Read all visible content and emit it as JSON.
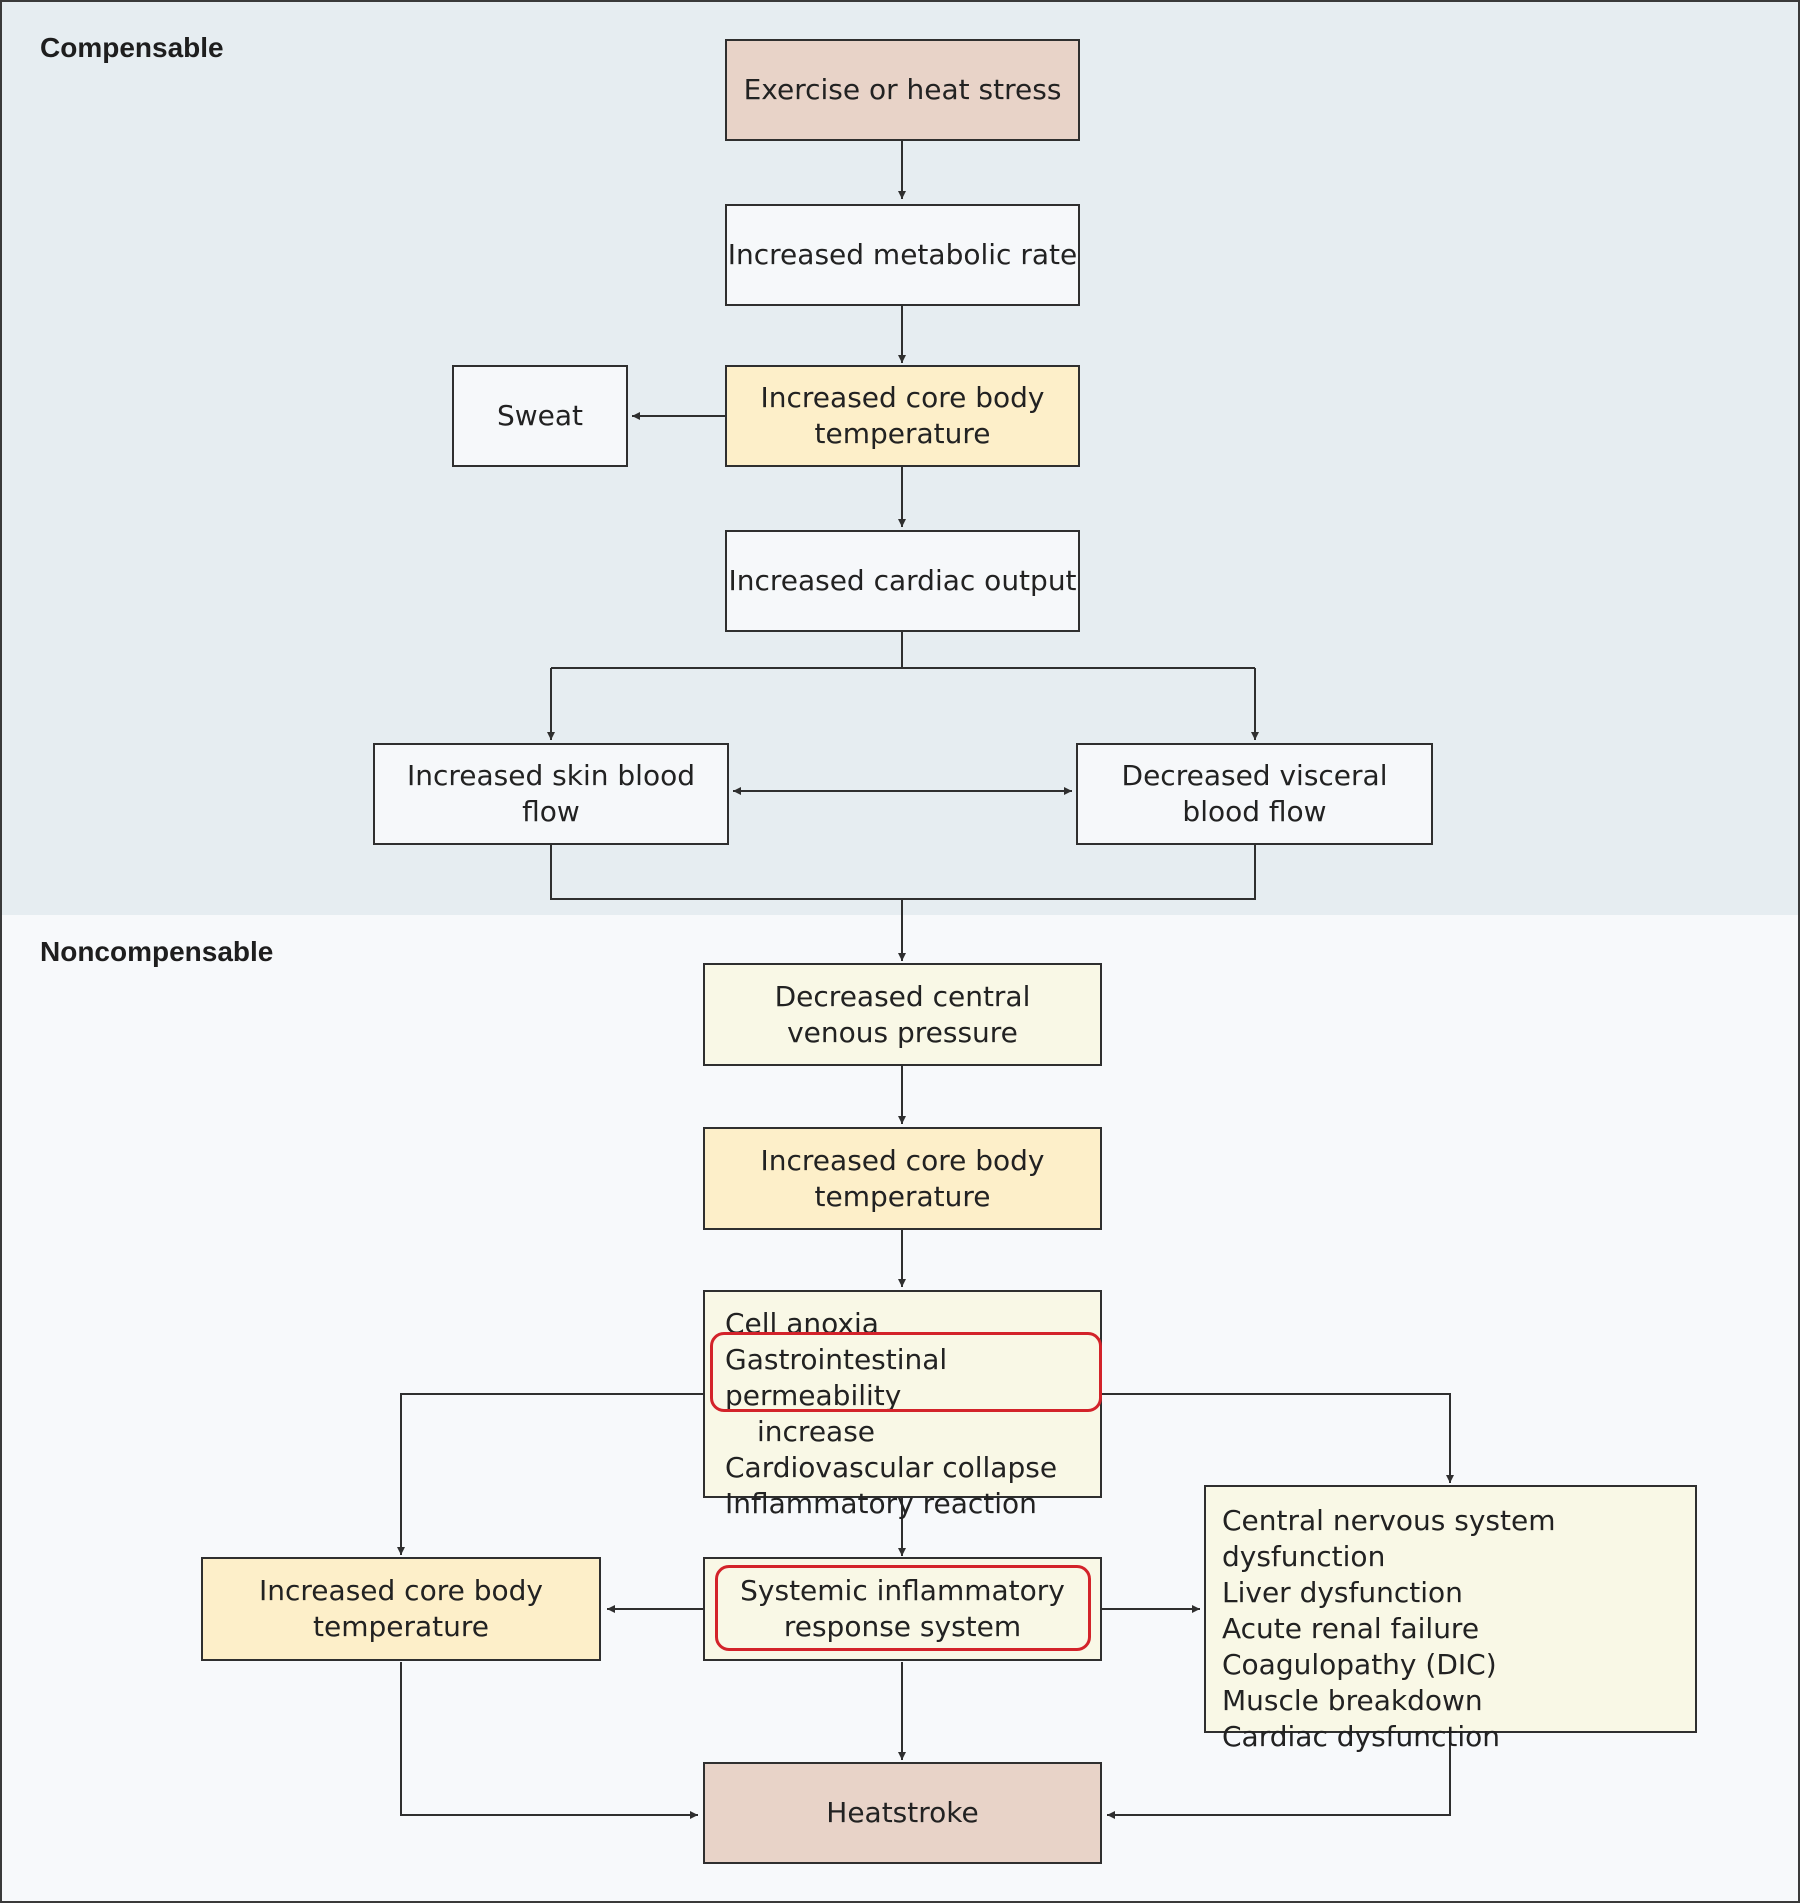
{
  "sections": {
    "compensable": "Compensable",
    "noncompensable": "Noncompensable"
  },
  "nodes": {
    "exercise": "Exercise or heat stress",
    "metabolic": "Increased metabolic rate",
    "core_temp_1": "Increased core body\ntemperature",
    "sweat": "Sweat",
    "cardiac_output": "Increased cardiac output",
    "skin_flow": "Increased skin blood flow",
    "visceral_flow": "Decreased visceral\nblood flow",
    "cvp": "Decreased central\nvenous pressure",
    "core_temp_2": "Increased core body\ntemperature",
    "cell_effects": [
      "Cell anoxia",
      "Gastrointestinal permeability",
      "increase",
      "Cardiovascular collapse",
      "Inflammatory reaction"
    ],
    "core_temp_3": "Increased core body\ntemperature",
    "sirs": "Systemic inflammatory\nresponse system",
    "organ_dysfunction": [
      "Central nervous system dysfunction",
      "Liver dysfunction",
      "Acute renal failure",
      "Coagulopathy (DIC)",
      "Muscle breakdown",
      "Cardiac dysfunction"
    ],
    "heatstroke": "Heatstroke"
  },
  "colors": {
    "compensable_band": "#e6edf1",
    "noncompensable_band": "#f7f9fb",
    "pink_box": "#e8d3c8",
    "yellow_box": "#fdefc9",
    "cream_box": "#f9f8e6",
    "highlight": "#d3232a"
  }
}
